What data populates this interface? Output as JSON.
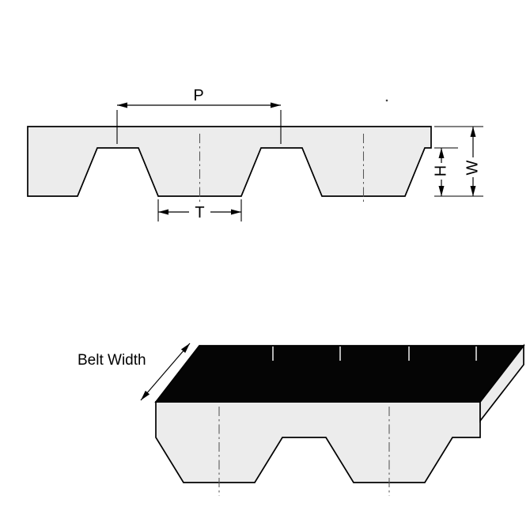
{
  "labels": {
    "pitch": "P",
    "tooth_width": "T",
    "tooth_height": "H",
    "belt_thickness": "W",
    "belt_width": "Belt Width"
  },
  "colors": {
    "belt_fill": "#ececec",
    "belt_top_fill": "#050505",
    "outline": "#000000",
    "background": "#ffffff"
  }
}
